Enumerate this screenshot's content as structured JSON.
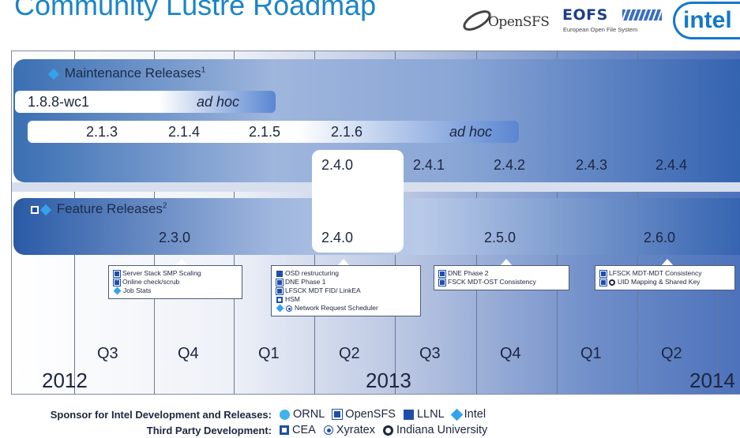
{
  "title": "Community Lustre Roadmap",
  "logos": {
    "opensfs": "OpenSFS",
    "eofs": "EOFS",
    "eofs_sub": "European Open File System",
    "intel": "intel"
  },
  "maintenance": {
    "label": "Maintenance Releases",
    "sup": "1",
    "row1": [
      "1.8.8-wc1",
      "ad hoc"
    ],
    "row2": [
      "2.1.3",
      "2.1.4",
      "2.1.5",
      "2.1.6",
      "ad hoc"
    ],
    "row3": [
      "2.4.0",
      "2.4.1",
      "2.4.2",
      "2.4.3",
      "2.4.4"
    ]
  },
  "feature": {
    "label": "Feature Releases",
    "sup": "2",
    "releases": [
      "2.3.0",
      "2.4.0",
      "2.5.0",
      "2.6.0"
    ]
  },
  "callouts": {
    "c230": [
      "Server Stack SMP Scaling",
      "Online check/scrub",
      "Job Stats"
    ],
    "c240": [
      "OSD restructuring",
      "DNE Phase 1",
      "LFSCK MDT FID/ LinkEA",
      "HSM",
      "Network Request Scheduler"
    ],
    "c250": [
      "DNE Phase 2",
      "FSCK MDT-OST Consistency"
    ],
    "c260": [
      "LFSCK MDT-MDT Consistency",
      "UID Mapping & Shared Key"
    ]
  },
  "quarters": [
    "Q3",
    "Q4",
    "Q1",
    "Q2",
    "Q3",
    "Q4",
    "Q1",
    "Q2"
  ],
  "years": [
    "2012",
    "2013",
    "2014"
  ],
  "legend": {
    "sponsor_label": "Sponsor for Intel Development and Releases:",
    "third_label": "Third Party Development:",
    "sponsors": [
      "ORNL",
      "OpenSFS",
      "LLNL",
      "Intel"
    ],
    "third": [
      "CEA",
      "Xyratex",
      "Indiana University"
    ]
  },
  "colors": {
    "title": "#1b84c9",
    "accent_dark": "#1f4ea8",
    "accent_light": "#33a3ec"
  }
}
